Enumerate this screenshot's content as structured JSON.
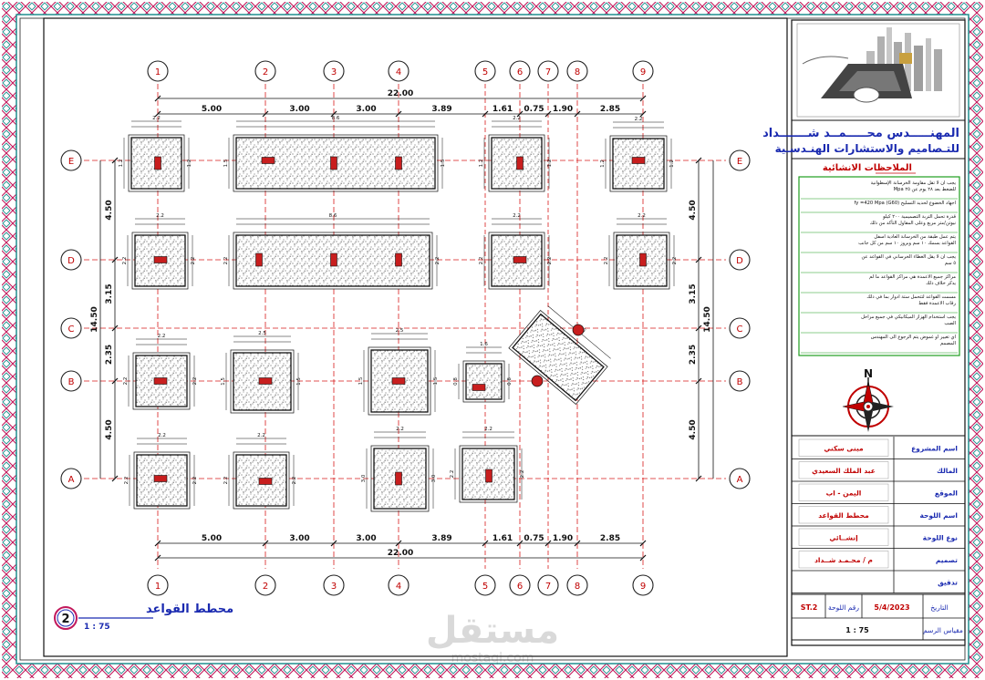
{
  "grid_x": {
    "labels": [
      "1",
      "2",
      "3",
      "4",
      "5",
      "6",
      "7",
      "8",
      "9"
    ],
    "dims": [
      "5.00",
      "3.00",
      "3.00",
      "3.89",
      "1.61",
      "0.75",
      "1.90",
      "2.85"
    ],
    "total": "22.00"
  },
  "grid_y": {
    "labels": [
      "E",
      "D",
      "C",
      "B",
      "A"
    ],
    "dims": [
      "4.50",
      "3.15",
      "2.35",
      "4.50"
    ],
    "total": "14.50"
  },
  "footings": {
    "dims": {
      "d11": "1.1",
      "d12": "1.2",
      "d13": "1.3",
      "d15": "1.5",
      "d16": "1.6",
      "d22": "2.2",
      "d25": "2.5",
      "d30": "3.0",
      "d09": "0.9",
      "d08": "0.8",
      "d10": "1.0",
      "d86": "8.6",
      "d16b": "1.6"
    }
  },
  "drawing": {
    "title": "محطط القواعد",
    "sheet_number": "2",
    "scale": "1 : 75"
  },
  "title_block": {
    "firm_line1": "المهنـــــدس محـــــمــد شـــــــداد",
    "firm_line2": "للتـصاميم والاستشارات الهنـدسـية",
    "notes_title": "الملاحظات الانشائية",
    "notes": [
      "يجب ان لا تقل مقاومة الخرسانة الإسطوانية للضغط بعد ٢٨ يوم عن ٢٥ Mpa",
      "اجهاد الخضوع لحديد التسليح fy =420 Mpa (G60)",
      "قدرة تحمل التربة التصميمية ٢٠٠ كيلو نيوتن/متر مربع وعلى المقاول التأكد من ذلك",
      "يتم عمل طبقة من الخرسانة العادية اسفل القواعد بسمك ١٠ سم وبروز ١٠ سم من كل جانب",
      "يجب ان لا يقل الغطاء الخرساني في القواعد عن ٥ سم",
      "مراكز جميع الاعمدة هي مراكز القواعد ما لم يذكر خلاف ذلك",
      "مسمت القواعد لتتحمل ستة ادوار بما في ذلك رقاب الاعمدة فقط",
      "يجب استخدام الهزاز الميكانيكي في جميع مراحل الصب",
      "اي تغيير او غموض يتم الرجوع الى المهندس المصمم"
    ],
    "north": "N",
    "rows": [
      {
        "label": "اسم المشروع",
        "value": "مبنى سكني"
      },
      {
        "label": "المالك",
        "value": "عبد الملك السعيدي"
      },
      {
        "label": "الموقع",
        "value": "اليمن - اب"
      },
      {
        "label": "اسم اللوحة",
        "value": "محطط القواعد"
      },
      {
        "label": "نوع اللوحة",
        "value": "إنشــائي"
      },
      {
        "label": "تصميم",
        "value": "م / محـمـد شــداد"
      },
      {
        "label": "تدقيق",
        "value": ""
      }
    ],
    "sheet_label": "رقم اللوحة",
    "sheet_id": "ST.2",
    "date_label": "التاريخ",
    "date": "5/4/2023",
    "scale_label": "مقياس الرسم",
    "scale": "1 : 75"
  },
  "watermark": {
    "main": "مستقل",
    "sub": "mostaql.com"
  },
  "colors": {
    "grid_line": "#d81b1b",
    "grid_bubble": "#c00000",
    "column_fill": "#c81e1e",
    "dim_line": "#000000",
    "border_teal": "#1f8f8f",
    "border_pink": "#c2185b",
    "title_blue": "#1a2ab0",
    "notes_title_red": "#c00000",
    "notes_green": "#1e9e1e",
    "tb_value_red": "#c00000",
    "tb_label_blue": "#1a2ab0"
  }
}
